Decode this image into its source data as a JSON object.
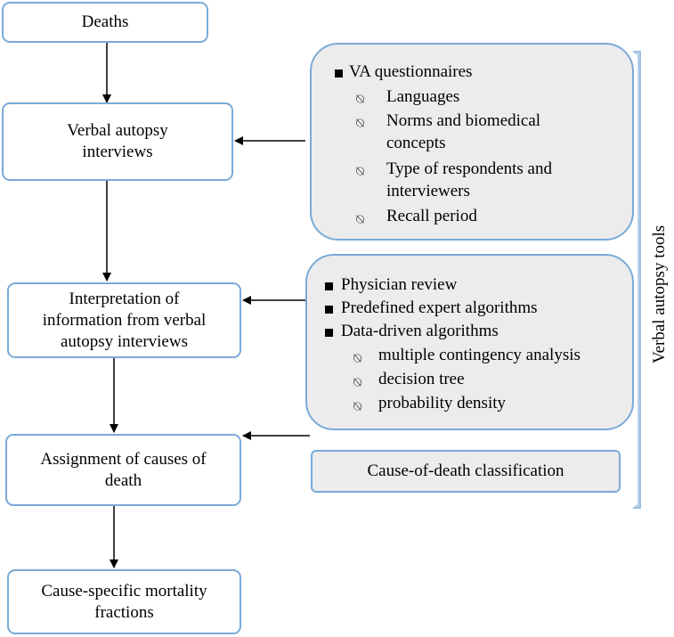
{
  "flow": {
    "deaths": "Deaths",
    "interviews": [
      "Verbal autopsy",
      "interviews"
    ],
    "interpretation": [
      "Interpretation of",
      "information from verbal",
      "autopsy interviews"
    ],
    "assignment": [
      "Assignment of causes of",
      "death"
    ],
    "fractions": [
      "Cause-specific mortality",
      "fractions"
    ]
  },
  "tools": {
    "questionnaires": {
      "heading": "VA questionnaires",
      "items": [
        "Languages",
        "Norms and biomedical",
        "concepts",
        "Type of respondents and",
        "interviewers",
        "Recall period"
      ]
    },
    "interpretation_methods": {
      "items": [
        "Physician review",
        "Predefined expert algorithms",
        "Data-driven algorithms"
      ],
      "subitems": [
        "multiple contingency analysis",
        "decision tree",
        "probability density"
      ]
    },
    "classification": "Cause-of-death classification",
    "bracket_label": "Verbal autopsy tools"
  },
  "colors": {
    "box_border": "#7aaad8",
    "panel_fill": "#ececec"
  }
}
